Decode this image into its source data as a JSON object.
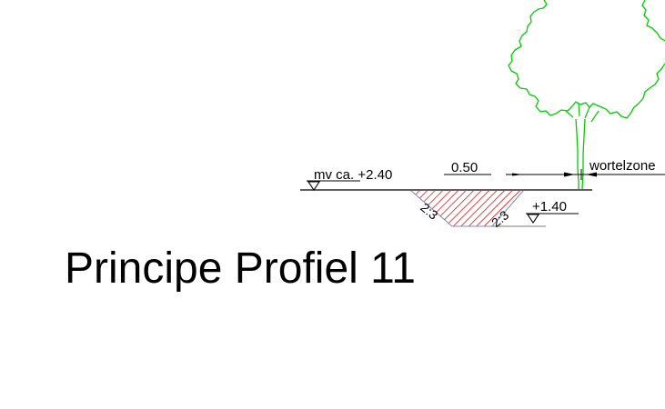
{
  "title": "Principe Profiel 11",
  "labels": {
    "ground_level": "mv ca. +2.40",
    "width": "0.50",
    "root_zone": "wortelzone",
    "slope_left": "2:3",
    "slope_right": "2:3",
    "bottom_level": "+1.40"
  },
  "icons": {
    "level_marker": "level-triangle-icon",
    "tree": "tree-icon"
  },
  "colors": {
    "line": "#000000",
    "tree": "#00cc00",
    "hatch": "#d40000",
    "slope_label": "#3a3a5a",
    "background": "#ffffff"
  }
}
